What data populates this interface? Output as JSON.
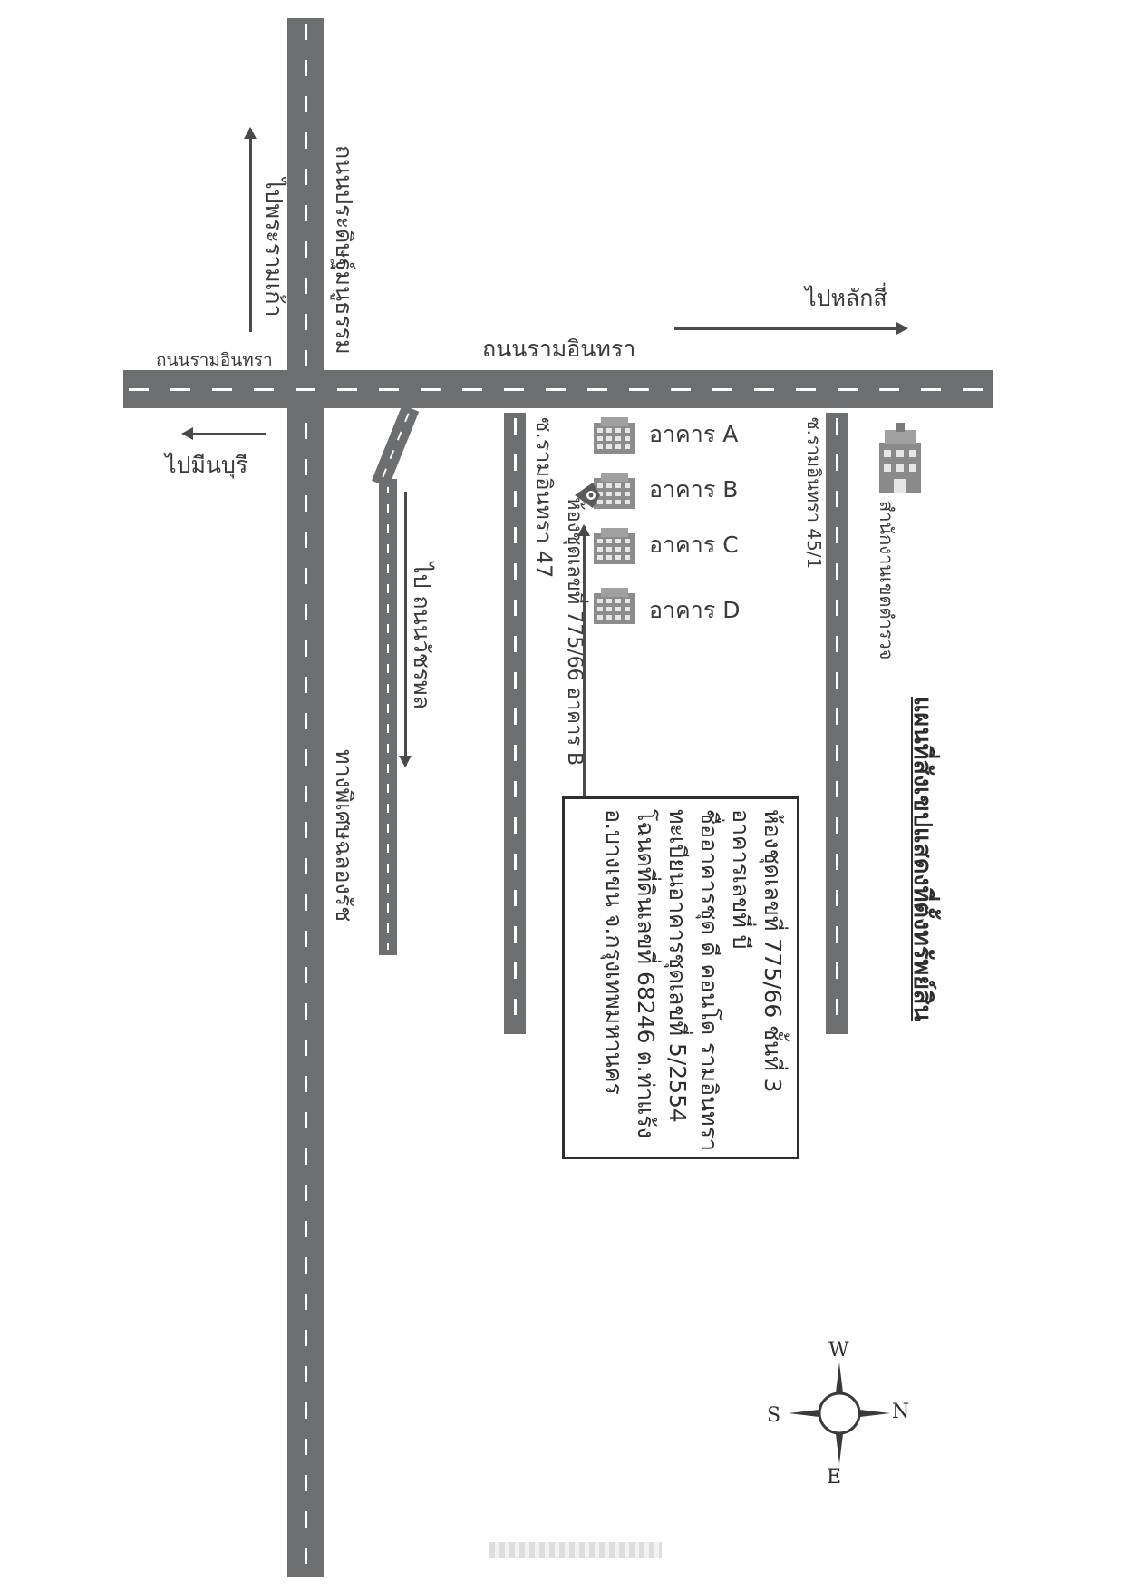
{
  "map_title": "แผนที่สังเขปแสดงที่ตั้งทรัพย์สิน",
  "roads": {
    "main_vertical_upper": "ถนนประดิษฐ์มนูธรรม",
    "main_vertical_lower": "ทางพิเศษฉลองรัช",
    "ram_inthra_center": "ถนนรามอินทรา",
    "ram_inthra_left": "ถนนรามอินทรา",
    "soi_47": "ซ.รามอินทรา 47",
    "soi_45_1": "ซ.รามอินทรา 45/1",
    "ramp_label": "ไป ถนนวัชรพล"
  },
  "directions": {
    "to_phra_ram_9": "ไปพระรามเก้า",
    "to_min_buri": "ไปมีนบุรี",
    "to_lak_si": "ไปหลักสี่"
  },
  "buildings": [
    {
      "label": "อาคาร A"
    },
    {
      "label": "อาคาร B"
    },
    {
      "label": "อาคาร C"
    },
    {
      "label": "อาคาร D"
    }
  ],
  "location_label": "ห้องชุดเลขที่ 775/66 อาคาร B",
  "landmark": "สำนักงานเขตตำรวจ",
  "info_box_lines": [
    "ห้องชุดเลขที่ 775/66 ชั้นที่ 3",
    "อาคารเลขที่ บี",
    "ชื่ออาคารชุด ดี คอนโด รามอินทรา",
    "ทะเบียนอาคารชุดเลขที่ 5/2554",
    "โฉนดที่ดินเลขที่ 68246 ต.ท่าแร้ง",
    "อ.บางเขน จ.กรุงเทพมหานคร"
  ],
  "compass": {
    "north": "N",
    "south": "S",
    "east": "E",
    "west": "W"
  },
  "colors": {
    "road": "#6d6e70",
    "lane_marking": "#ffffff",
    "text": "#3a3a3a"
  }
}
